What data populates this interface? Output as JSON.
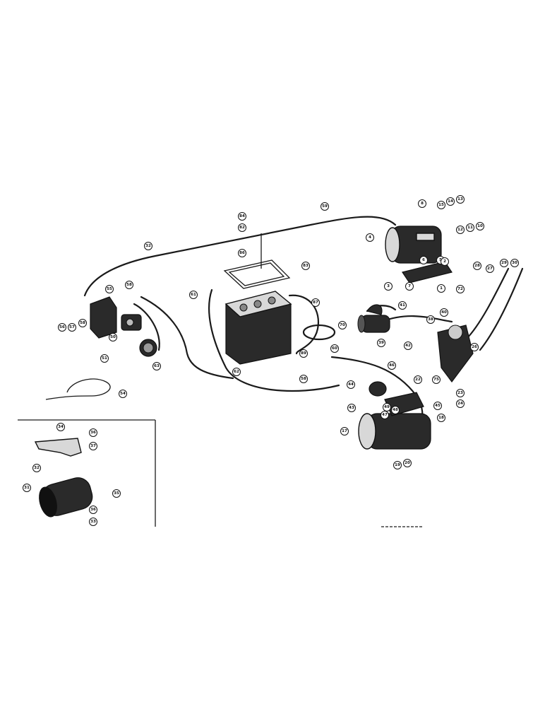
{
  "callouts": [
    {
      "label": "84"
    },
    {
      "label": "82"
    },
    {
      "label": "59"
    },
    {
      "label": "8"
    },
    {
      "label": "15"
    },
    {
      "label": "14"
    },
    {
      "label": "13"
    },
    {
      "label": "12"
    },
    {
      "label": "11"
    },
    {
      "label": "10"
    },
    {
      "label": "32"
    },
    {
      "label": "86"
    },
    {
      "label": "83"
    },
    {
      "label": "4"
    },
    {
      "label": "5"
    },
    {
      "label": "6"
    },
    {
      "label": "3"
    },
    {
      "label": "2"
    },
    {
      "label": "7"
    },
    {
      "label": "1"
    },
    {
      "label": "55"
    },
    {
      "label": "58"
    },
    {
      "label": "56"
    },
    {
      "label": "57"
    },
    {
      "label": "58"
    },
    {
      "label": "61"
    },
    {
      "label": "87"
    },
    {
      "label": "41"
    },
    {
      "label": "40"
    },
    {
      "label": "38"
    },
    {
      "label": "28"
    },
    {
      "label": "27"
    },
    {
      "label": "29"
    },
    {
      "label": "30"
    },
    {
      "label": "72"
    },
    {
      "label": "50"
    },
    {
      "label": "51"
    },
    {
      "label": "63"
    },
    {
      "label": "62"
    },
    {
      "label": "42"
    },
    {
      "label": "39"
    },
    {
      "label": "26"
    },
    {
      "label": "89"
    },
    {
      "label": "60"
    },
    {
      "label": "70"
    },
    {
      "label": "54"
    },
    {
      "label": "58"
    },
    {
      "label": "46"
    },
    {
      "label": "44"
    },
    {
      "label": "22"
    },
    {
      "label": "75"
    },
    {
      "label": "23"
    },
    {
      "label": "24"
    },
    {
      "label": "45"
    },
    {
      "label": "49"
    },
    {
      "label": "43"
    },
    {
      "label": "47"
    },
    {
      "label": "48"
    },
    {
      "label": "17"
    },
    {
      "label": "18"
    },
    {
      "label": "19"
    },
    {
      "label": "20"
    },
    {
      "label": "34"
    },
    {
      "label": "36"
    },
    {
      "label": "37"
    },
    {
      "label": "32"
    },
    {
      "label": "31"
    },
    {
      "label": "35"
    },
    {
      "label": "36"
    },
    {
      "label": "33"
    }
  ]
}
